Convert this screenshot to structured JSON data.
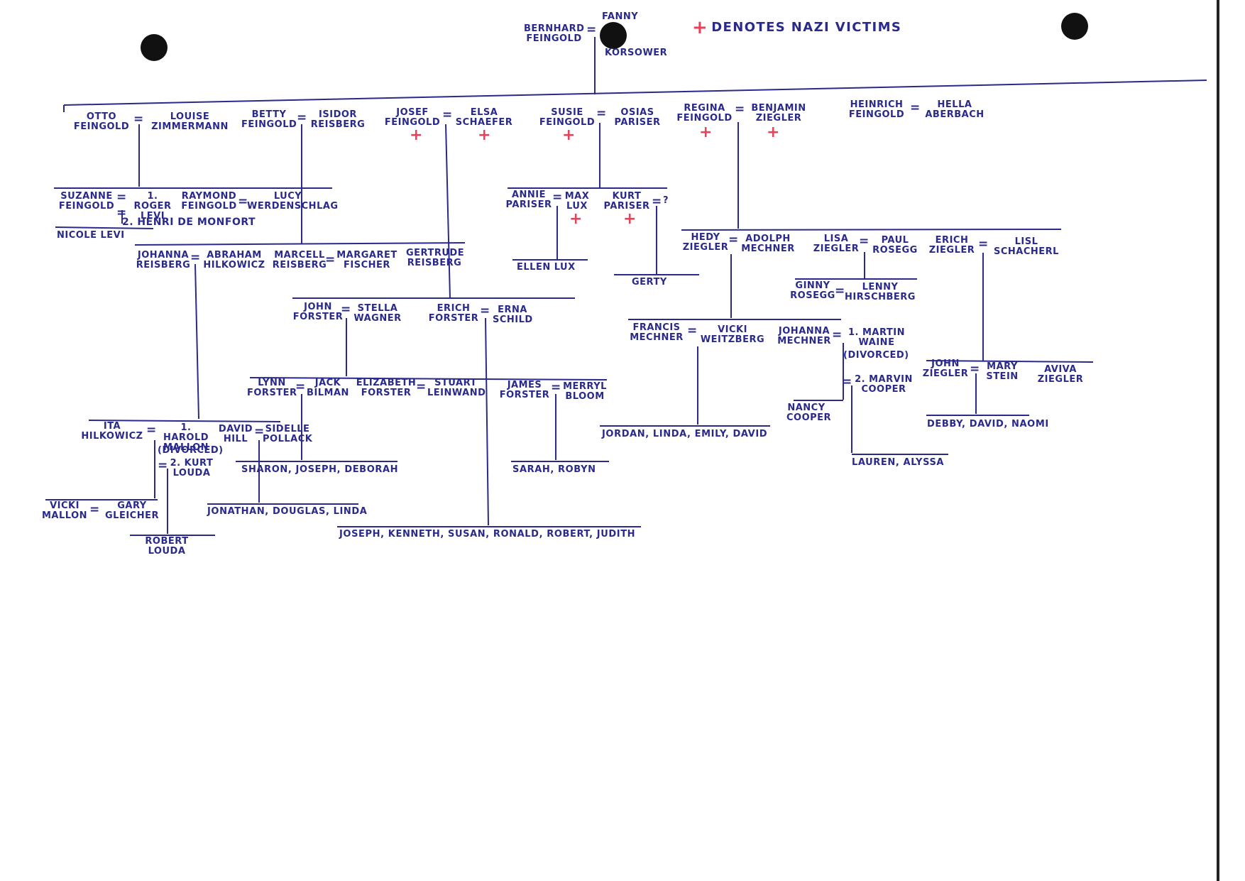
{
  "legend": {
    "symbol": "+",
    "text": "DENOTES NAZI VICTIMS"
  },
  "colors": {
    "ink": "#2a2a8c",
    "victim": "#e8415a",
    "hole": "#111111"
  },
  "people": {
    "bernhard_feingold": "BERNHARD FEINGOLD",
    "fanny_korsower_a": "FANNY",
    "fanny_korsower_b": "KORSOWER",
    "otto_feingold": "OTTO FEINGOLD",
    "louise_zimmermann": "LOUISE ZIMMERMANN",
    "betty_feingold": "BETTY FEINGOLD",
    "isidor_reisberg": "ISIDOR REISBERG",
    "josef_feingold": "JOSEF FEINGOLD",
    "elsa_schaefer": "ELSA SCHAEFER",
    "susie_feingold": "SUSIE FEINGOLD",
    "osias_pariser": "OSIAS PARISER",
    "regina_feingold": "REGINA FEINGOLD",
    "benjamin_ziegler": "BENJAMIN ZIEGLER",
    "heinrich_feingold": "HEINRICH FEINGOLD",
    "hella_aberbach": "HELLA ABERBACH",
    "suzanne_feingold": "SUZANNE FEINGOLD",
    "roger_levi": "1. ROGER LEVI",
    "henri_de_monfort": "2. HENRI DE MONFORT",
    "raymond_feingold": "RAYMOND FEINGOLD",
    "lucy_werdenschlag": "LUCY WERDENSCHLAG",
    "nicole_levi": "NICOLE LEVI",
    "annie_pariser": "ANNIE PARISER",
    "max_lux": "MAX LUX",
    "kurt_pariser": "KURT PARISER",
    "unknown_spouse": "?",
    "ellen_lux": "ELLEN LUX",
    "gerty": "GERTY",
    "johanna_reisberg": "JOHANNA REISBERG",
    "abraham_hilkowicz": "ABRAHAM HILKOWICZ",
    "marcell_reisberg": "MARCELL REISBERG",
    "margaret_fischer": "MARGARET FISCHER",
    "gertrude_reisberg": "GERTRUDE REISBERG",
    "hedy_ziegler": "HEDY ZIEGLER",
    "adolph_mechner": "ADOLPH MECHNER",
    "lisa_ziegler": "LISA ZIEGLER",
    "paul_rosegg": "PAUL ROSEGG",
    "erich_ziegler": "ERICH ZIEGLER",
    "lisl_schacherl": "LISL SCHACHERL",
    "ginny_rosegg": "GINNY ROSEGG",
    "lenny_hirschberg": "LENNY HIRSCHBERG",
    "john_forster": "JOHN FORSTER",
    "stella_wagner": "STELLA WAGNER",
    "erich_forster": "ERICH FORSTER",
    "erna_schild": "ERNA SCHILD",
    "francis_mechner": "FRANCIS MECHNER",
    "vicki_weitzberg": "VICKI WEITZBERG",
    "johanna_mechner": "JOHANNA MECHNER",
    "martin_waine": "1. MARTIN WAINE",
    "divorced_1": "(DIVORCED)",
    "marvin_cooper": "2. MARVIN COOPER",
    "nancy_cooper": "NANCY COOPER",
    "lynn_forster": "LYNN FORSTER",
    "jack_bilman": "JACK BILMAN",
    "elizabeth_forster": "ELIZABETH FORSTER",
    "stuart_leinwand": "STUART LEINWAND",
    "james_forster": "JAMES FORSTER",
    "merryl_bloom": "MERRYL BLOOM",
    "john_ziegler": "JOHN ZIEGLER",
    "mary_stein": "MARY STEIN",
    "aviva_ziegler": "AVIVA ZIEGLER",
    "ita_hilkowicz": "ITA HILKOWICZ",
    "harold_mallon": "1. HAROLD MALLON",
    "divorced_2": "(DIVORCED)",
    "kurt_louda": "2. KURT LOUDA",
    "david_hill": "DAVID HILL",
    "sidelle_pollack": "SIDELLE POLLACK",
    "vicki_mallon": "VICKI MALLON",
    "gary_gleicher": "GARY GLEICHER",
    "robert_louda": "ROBERT LOUDA"
  },
  "child_groups": {
    "mechner_children": "JORDAN, LINDA, EMILY, DAVID",
    "cooper_children": "LAUREN, ALYSSA",
    "ziegler_children": "DEBBY, DAVID, NAOMI",
    "bilman_children": "SHARON, JOSEPH, DEBORAH",
    "bloom_children": "SARAH, ROBYN",
    "hill_children": "JONATHAN, DOUGLAS, LINDA",
    "forster_children": "JOSEPH, KENNETH, SUSAN, RONALD, ROBERT, JUDITH"
  }
}
